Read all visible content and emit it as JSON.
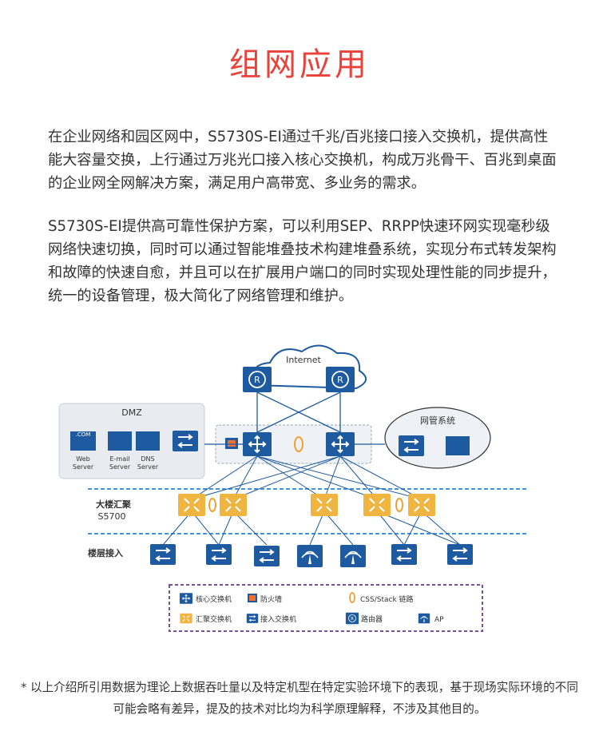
{
  "title": "组网应用",
  "paragraphs": [
    "在企业网络和园区网中，S5730S-EI通过千兆/百兆接口接入交换机，提供高性能大容量交换，上行通过万兆光口接入核心交换机，构成万兆骨干、百兆到桌面的企业网全网解决方案，满足用户高带宽、多业务的需求。",
    "S5730S-EI提供高可靠性保护方案，可以利用SEP、RRPP快速环网实现毫秒级网络快速切换，同时可以通过智能堆叠技术构建堆叠系统，实现分布式转发架构和故障的快速自愈，并且可以在扩展用户端口的同时实现处理性能的同步提升，统一的设备管理，极大简化了网络管理和维护。"
  ],
  "diagram": {
    "internet": "Internet",
    "dmz": "DMZ",
    "com_label": ".COM",
    "servers": [
      "Web\nServer",
      "E-mail\nServer",
      "DNS\nServer"
    ],
    "mgmt": "网管系统",
    "aggregation": "大楼汇聚",
    "aggregation_model": "S5700",
    "access": "楼层接入",
    "legend": [
      {
        "icon": "core-switch-icon",
        "label": "核心交换机"
      },
      {
        "icon": "firewall-icon",
        "label": "防火墙"
      },
      {
        "icon": "css-stack-link-icon",
        "label": "CSS/Stack 链路"
      },
      {
        "icon": "aggregation-switch-icon",
        "label": "汇聚交换机"
      },
      {
        "icon": "access-switch-icon",
        "label": "接入交换机"
      },
      {
        "icon": "router-icon",
        "label": "路由器"
      },
      {
        "icon": "ap-icon",
        "label": "AP"
      }
    ],
    "colors": {
      "blue": "#1e5aa0",
      "orange": "#f0b440",
      "purple": "#7b4fa0",
      "dash": "#4a90d9"
    }
  },
  "footnote": "* 以上介绍所引用数据为理论上数据吞吐量以及特定机型在特定实验环境下的表现，基于现场实际环境的不同可能会略有差异，提及的技术对比均为科学原理解释，不涉及其他目的。"
}
